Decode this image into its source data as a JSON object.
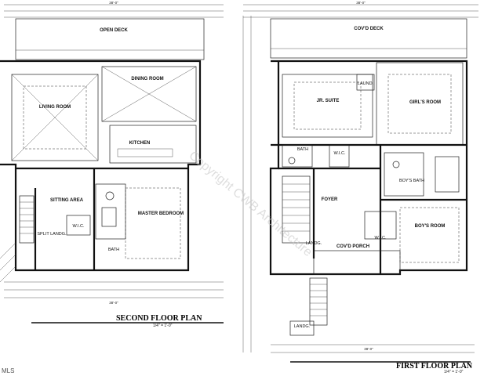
{
  "plans": [
    {
      "id": "second",
      "title": "SECOND FLOOR PLAN",
      "scale": "1/4\" = 1'-0\"",
      "overall_dim_top": "38'-0\"",
      "overall_dim_bottom": "38'-0\"",
      "rooms": {
        "open_deck": "OPEN DECK",
        "living": "LIVING ROOM",
        "dining": "DINING ROOM",
        "kitchen": "KITCHEN",
        "sitting": "SITTING AREA",
        "master": "MASTER BEDROOM",
        "bath": "BATH",
        "wic": "W.I.C.",
        "landing": "SPLIT LANDG."
      }
    },
    {
      "id": "first",
      "title": "FIRST FLOOR PLAN",
      "scale": "1/4\" = 1'-0\"",
      "overall_dim_top": "38'-0\"",
      "overall_dim_bottom": "38'-0\"",
      "rooms": {
        "covd_deck": "COV'D DECK",
        "suite": "JR. SUITE",
        "girls": "GIRL'S ROOM",
        "laund": "LAUND.",
        "bath": "BATH",
        "wic": "W.I.C.",
        "foyer": "FOYER",
        "boys_bath": "BOY'S BATH",
        "boys": "BOY'S ROOM",
        "wic2": "W.I.C.",
        "landing": "LANDG.",
        "covd_porch": "COV'D PORCH",
        "landing2": "LANDG."
      }
    }
  ],
  "watermark": "Copyright CWB Architecture",
  "corner_label": "MLS"
}
